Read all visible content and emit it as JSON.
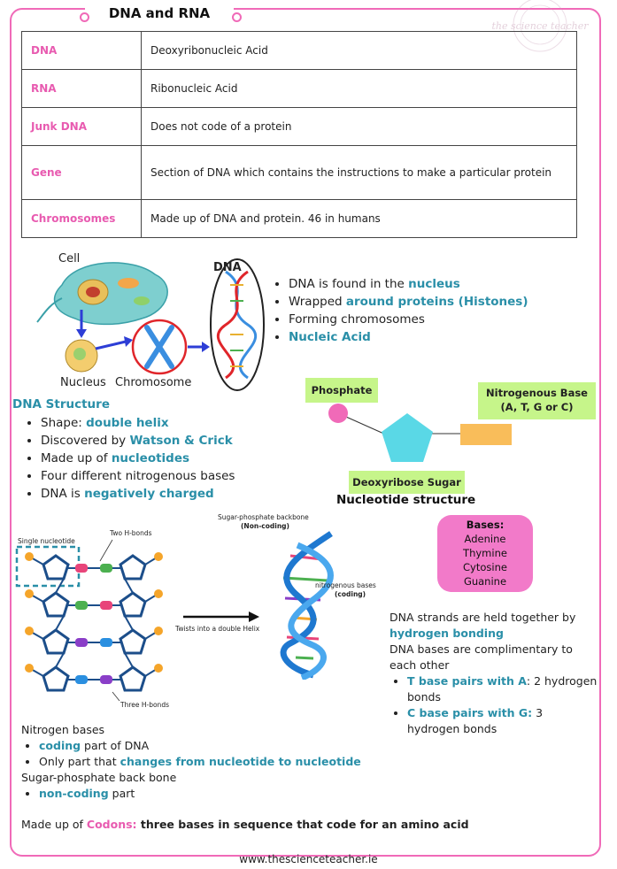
{
  "title": "DNA and RNA",
  "watermark_text": "the science teacher",
  "glossary": [
    {
      "term": "DNA",
      "definition": "Deoxyribonucleic Acid"
    },
    {
      "term": "RNA",
      "definition": "Ribonucleic Acid"
    },
    {
      "term": "Junk DNA",
      "definition": "Does not code of a protein"
    },
    {
      "term": "Gene",
      "definition": "Section of DNA which contains the instructions to make a particular protein"
    },
    {
      "term": "Chromosomes",
      "definition": "Made up of DNA and protein. 46 in humans"
    }
  ],
  "diagram_labels": {
    "cell": "Cell",
    "nucleus": "Nucleus",
    "chromosome": "Chromosome",
    "dna": "DNA"
  },
  "location_bullets": {
    "b1_pre": "DNA is found in the ",
    "b1_hl": "nucleus",
    "b2_pre": "Wrapped ",
    "b2_hl": "around proteins (Histones)",
    "b3": "Forming chromosomes",
    "b4_hl": "Nucleic Acid"
  },
  "structure": {
    "heading": "DNA Structure",
    "shape_pre": "Shape: ",
    "shape_hl": "double helix",
    "disc_pre": "Discovered by ",
    "disc_hl": "Watson & Crick",
    "made_pre": "Made up of ",
    "made_hl": "nucleotides",
    "bases": "Four different nitrogenous bases",
    "charge_pre": "DNA is ",
    "charge_hl": "negatively charged"
  },
  "nucleotide": {
    "phosphate": "Phosphate",
    "base_l1": "Nitrogenous Base",
    "base_l2": "(A, T, G or C)",
    "sugar": "Deoxyribose Sugar",
    "caption": "Nucleotide structure"
  },
  "bases_box": {
    "title": "Bases:",
    "items": [
      "Adenine",
      "Thymine",
      "Cytosine",
      "Guanine"
    ]
  },
  "ladder": {
    "single_nucleotide": "Single nucleotide",
    "two_h": "Two H-bonds",
    "three_h": "Three H-bonds",
    "twists": "Twists into a double Helix",
    "backbone": "Sugar-phosphate backbone",
    "backbone_sub": "(Non-coding)",
    "nit_bases": "nitrogenous bases",
    "nit_sub": "(coding)"
  },
  "colors": {
    "accent_pink": "#e85bb0",
    "accent_teal": "#2a8fa8",
    "label_green": "#c6f58a",
    "bases_pink": "#f27ac9",
    "sugar_cyan": "#5ad8e6",
    "base_orange": "#f9bd5a",
    "phosphate_pink": "#f06ab8"
  },
  "hbond": {
    "l1": "DNA strands are held together by",
    "l2_hl": "hydrogen bonding",
    "l3": "DNA bases are complimentary to each other",
    "t_hl": "T base pairs with A",
    "t_rest": ": 2 hydrogen bonds",
    "c_hl": "C base pairs with G:",
    "c_rest": " 3 hydrogen bonds"
  },
  "nitrogen": {
    "heading": "Nitrogen bases",
    "coding_hl": "coding",
    "coding_rest": " part of DNA",
    "only_pre": "Only part that ",
    "only_hl": "changes from nucleotide to nucleotide",
    "sugar_heading": "Sugar-phosphate back bone",
    "noncoding_hl": "non-coding",
    "noncoding_rest": " part"
  },
  "codons": {
    "pre": "Made up of ",
    "hl": "Codons:",
    "rest": " three bases in sequence that code for an amino acid"
  },
  "footer": "www.thescienceteacher.ie"
}
